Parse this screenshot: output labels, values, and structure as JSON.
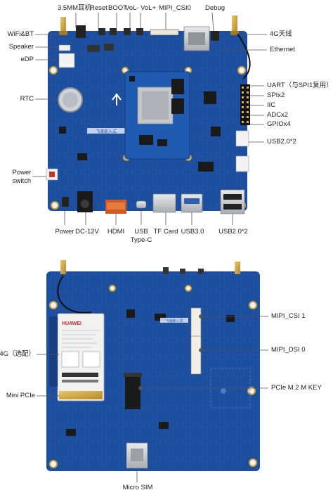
{
  "top_labels": {
    "jack": "3.5MM耳机",
    "reset": "Reset",
    "boot": "BOOT",
    "vol": "VoL- VoL+",
    "mipi_csi0": "MIPI_CSI0",
    "debug": "Debug"
  },
  "left_labels": {
    "wifi": "WiFi&BT",
    "speaker": "Speaker",
    "edp": "eDP",
    "rtc": "RTC",
    "power_switch_1": "Power",
    "power_switch_2": "switch"
  },
  "right_labels": {
    "antenna_4g": "4G天线",
    "ethernet": "Ethernet",
    "uart": "UART（与SPI1复用）",
    "spi": "SPIx2",
    "iic": "IIC",
    "adc": "ADCx2",
    "gpio": "GPIOx4",
    "usb2_side": "USB2.0*2"
  },
  "bottom_labels": {
    "power": "Power",
    "dc": "DC-12V",
    "hdmi": "HDMI",
    "usbc_1": "USB",
    "usbc_2": "Type-C",
    "tf": "TF Card",
    "usb3": "USB3.0",
    "usb2_bottom": "USB2.0*2"
  },
  "back_labels": {
    "mipi_csi1": "MIPI_CSI 1",
    "mipi_dsi0": "MIPI_DSI 0",
    "pcie_m2": "PCIe M.2 M KEY",
    "lte_4g": "4G（选配）",
    "mini_pcie": "Mini PCIe",
    "micro_sim": "Micro SIM"
  },
  "silkscreen": {
    "brand": "飞凌嵌入式",
    "module_brand": "HUAWEI"
  },
  "colors": {
    "pcb": "#1d4f9e",
    "pcb_dark": "#163f80",
    "pcb_light": "#2b63b8",
    "chip": "#1a1a1a",
    "gold": "#d6ae4a",
    "metal": "#c9cdd2",
    "module_white": "#f1f2ef",
    "line": "#555555"
  }
}
